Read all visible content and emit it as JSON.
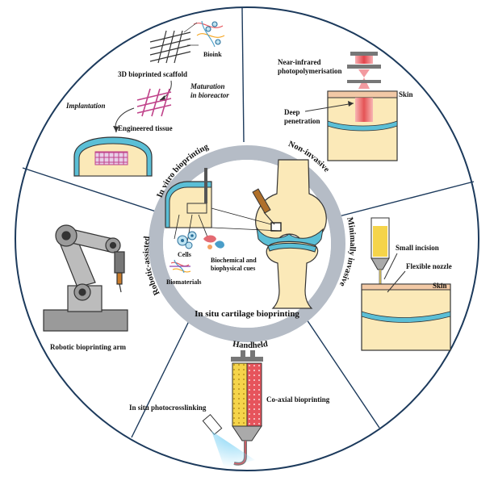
{
  "center": {
    "title": "In situ cartilage bioprinting",
    "cells": "Cells",
    "cues_line1": "Biochemical and",
    "cues_line2": "biophysical cues",
    "biomaterials": "Biomaterials"
  },
  "ring": {
    "in_vitro": "In vitro bioprinting",
    "non_invasive": "Non-invasive",
    "minimally_invasive": "Minimally invasive",
    "handheld": "Handheld",
    "robotic": "Robotic-assisted"
  },
  "sectors": {
    "in_vitro": {
      "bioink": "Bioink",
      "scaffold": "3D bioprinted scaffold",
      "maturation_line1": "Maturation",
      "maturation_line2": "in bioreactor",
      "implantation": "Implantation",
      "engineered": "Engineered tissue"
    },
    "non_invasive": {
      "nir_line1": "Near-infrared",
      "nir_line2": "photopolymerisation",
      "skin": "Skin",
      "deep_line1": "Deep",
      "deep_line2": "penetration"
    },
    "minimally_invasive": {
      "incision": "Small incision",
      "nozzle": "Flexible nozzle",
      "skin": "Skin"
    },
    "handheld": {
      "photocross": "In situ photocrosslinking",
      "coaxial": "Co-axial bioprinting"
    },
    "robotic": {
      "arm": "Robotic bioprinting arm"
    }
  },
  "colors": {
    "ring": "#b5bcc6",
    "cartilage": "#5bbfd6",
    "skin": "#f2c9a6",
    "tissue": "#fbe9b8",
    "laser": "#e2434b",
    "robot": "#9a9a9a",
    "yellow_ink": "#f5d44a",
    "red_ink": "#e6545c"
  }
}
